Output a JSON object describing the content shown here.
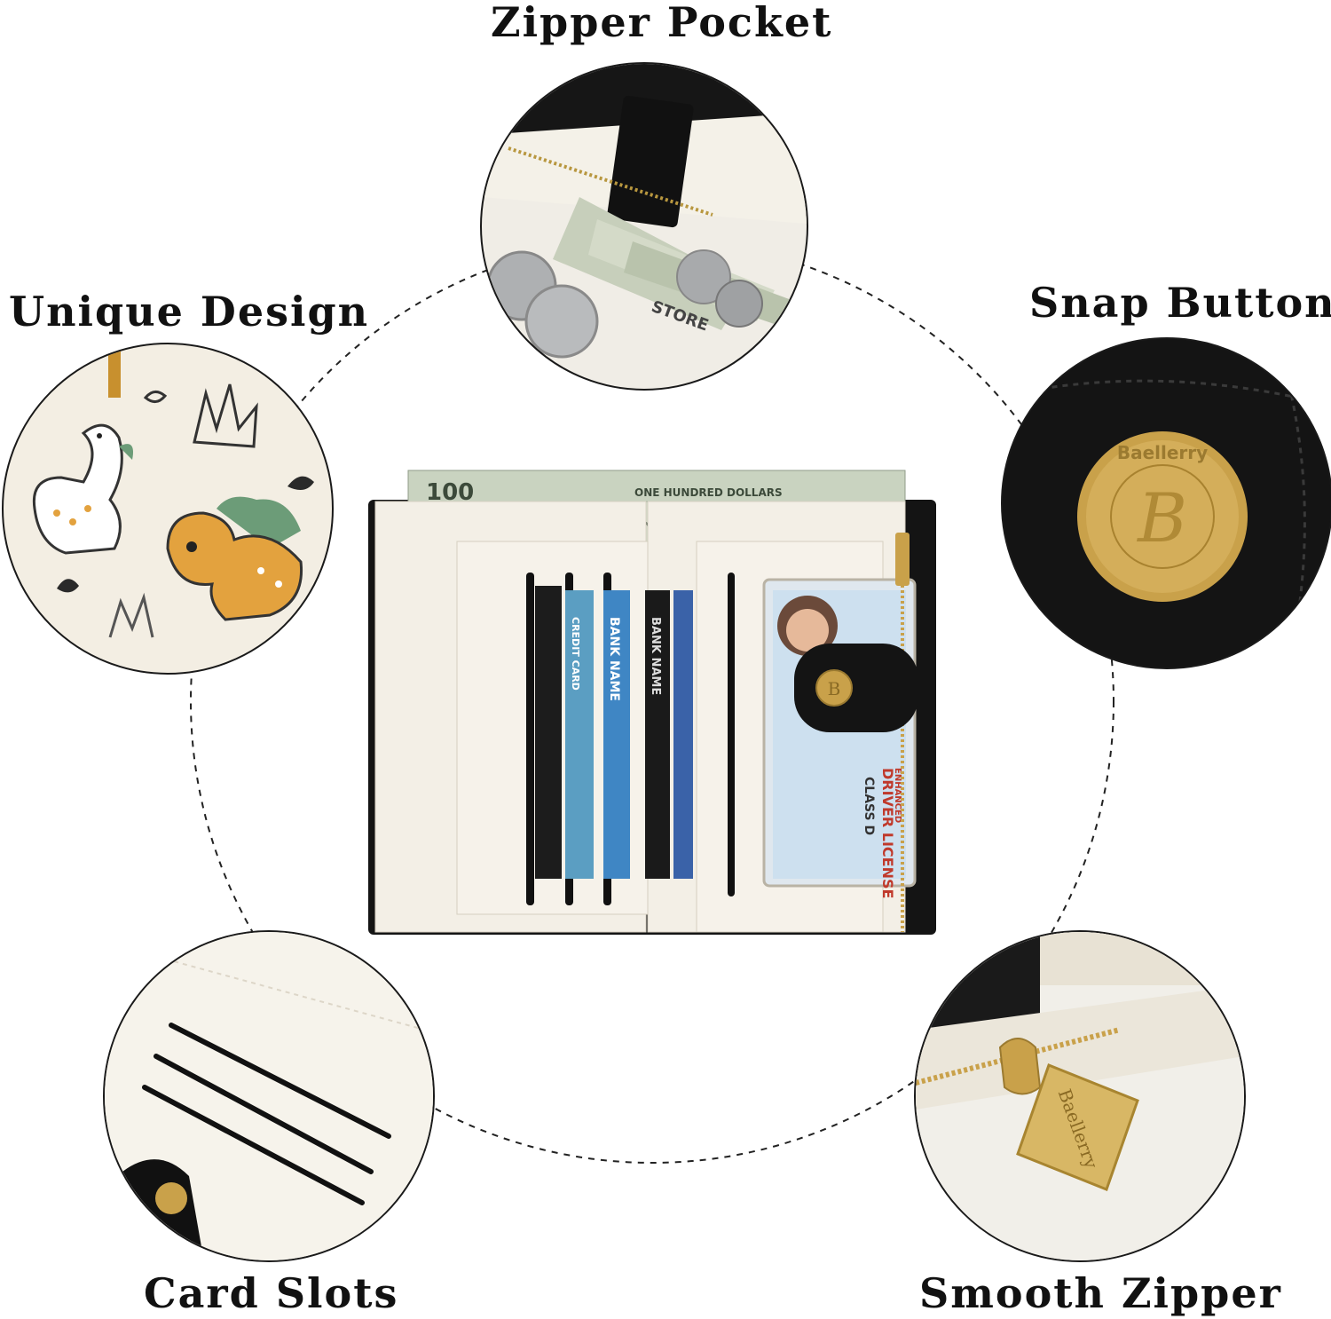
{
  "features": {
    "zipper_pocket": "Zipper Pocket",
    "unique_design": "Unique Design",
    "snap_button": "Snap Button",
    "card_slots": "Card Slots",
    "smooth_zipper": "Smooth Zipper"
  },
  "bill": {
    "denomination": "100",
    "text": "ONE HUNDRED DOLLARS"
  },
  "cards": {
    "credit": "CREDIT CARD",
    "bank": "BANK NAME"
  },
  "license": {
    "title": "DRIVER LICENSE",
    "class": "CLASS D",
    "enhanced": "ENHANCED"
  },
  "brand": {
    "name": "Baellerry",
    "monogram": "B"
  },
  "colors": {
    "leather_cream": "#f3efe6",
    "leather_black": "#141414",
    "gold": "#c9a14a",
    "bill_green": "#c9d3c0",
    "dino_green": "#6c9c78",
    "dino_orange": "#e3a23e"
  }
}
